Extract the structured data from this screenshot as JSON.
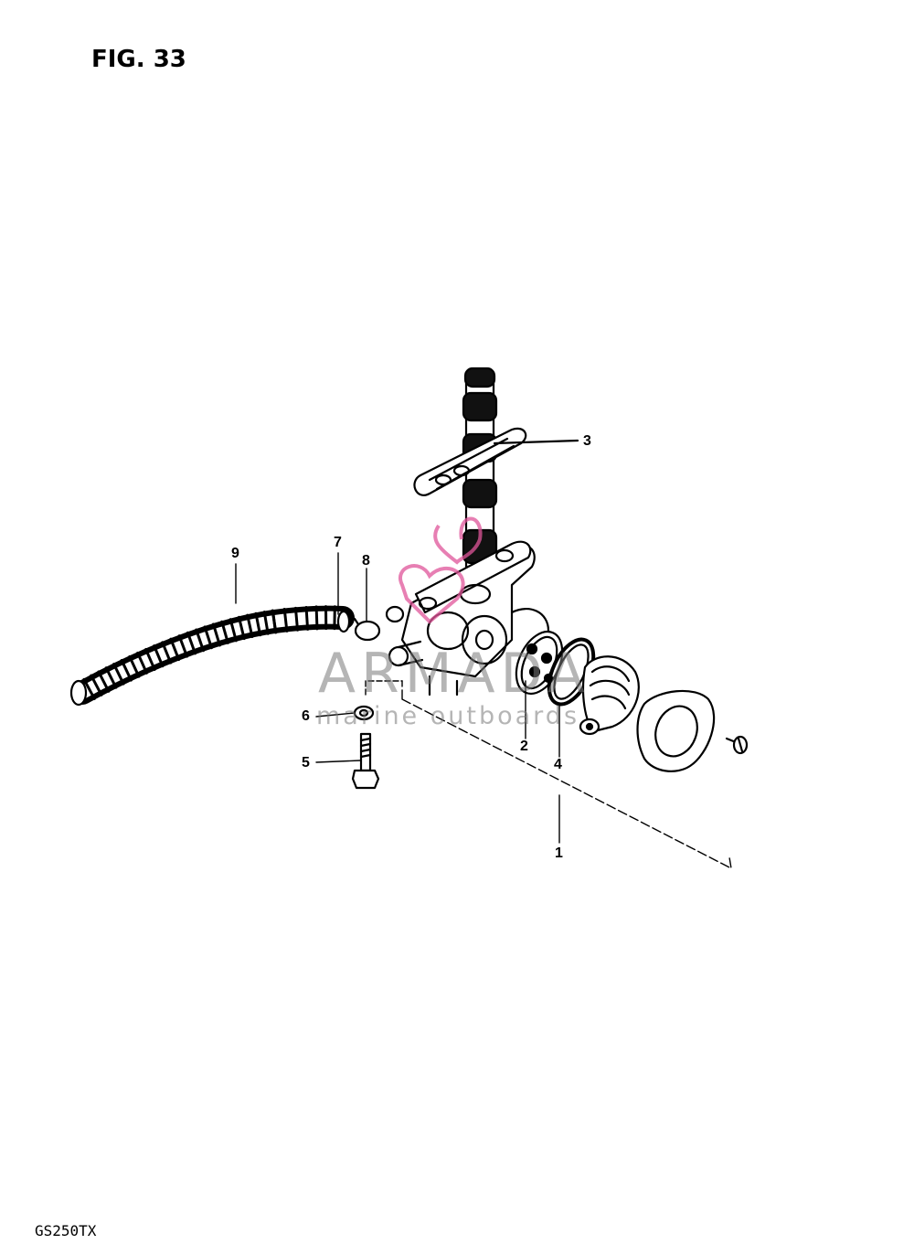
{
  "figure": {
    "title": "FIG. 33",
    "model": "GS250TX"
  },
  "callouts": [
    {
      "id": "1",
      "text": "1"
    },
    {
      "id": "2",
      "text": "2"
    },
    {
      "id": "3",
      "text": "3"
    },
    {
      "id": "4",
      "text": "4"
    },
    {
      "id": "5",
      "text": "5"
    },
    {
      "id": "6",
      "text": "6"
    },
    {
      "id": "7",
      "text": "7"
    },
    {
      "id": "8",
      "text": "8"
    },
    {
      "id": "9",
      "text": "9"
    }
  ],
  "watermark": {
    "brand": "ARMADA",
    "tagline": "marine outboards",
    "accent": "#e0559a"
  },
  "colors": {
    "ink": "#000000",
    "paper": "#ffffff"
  }
}
